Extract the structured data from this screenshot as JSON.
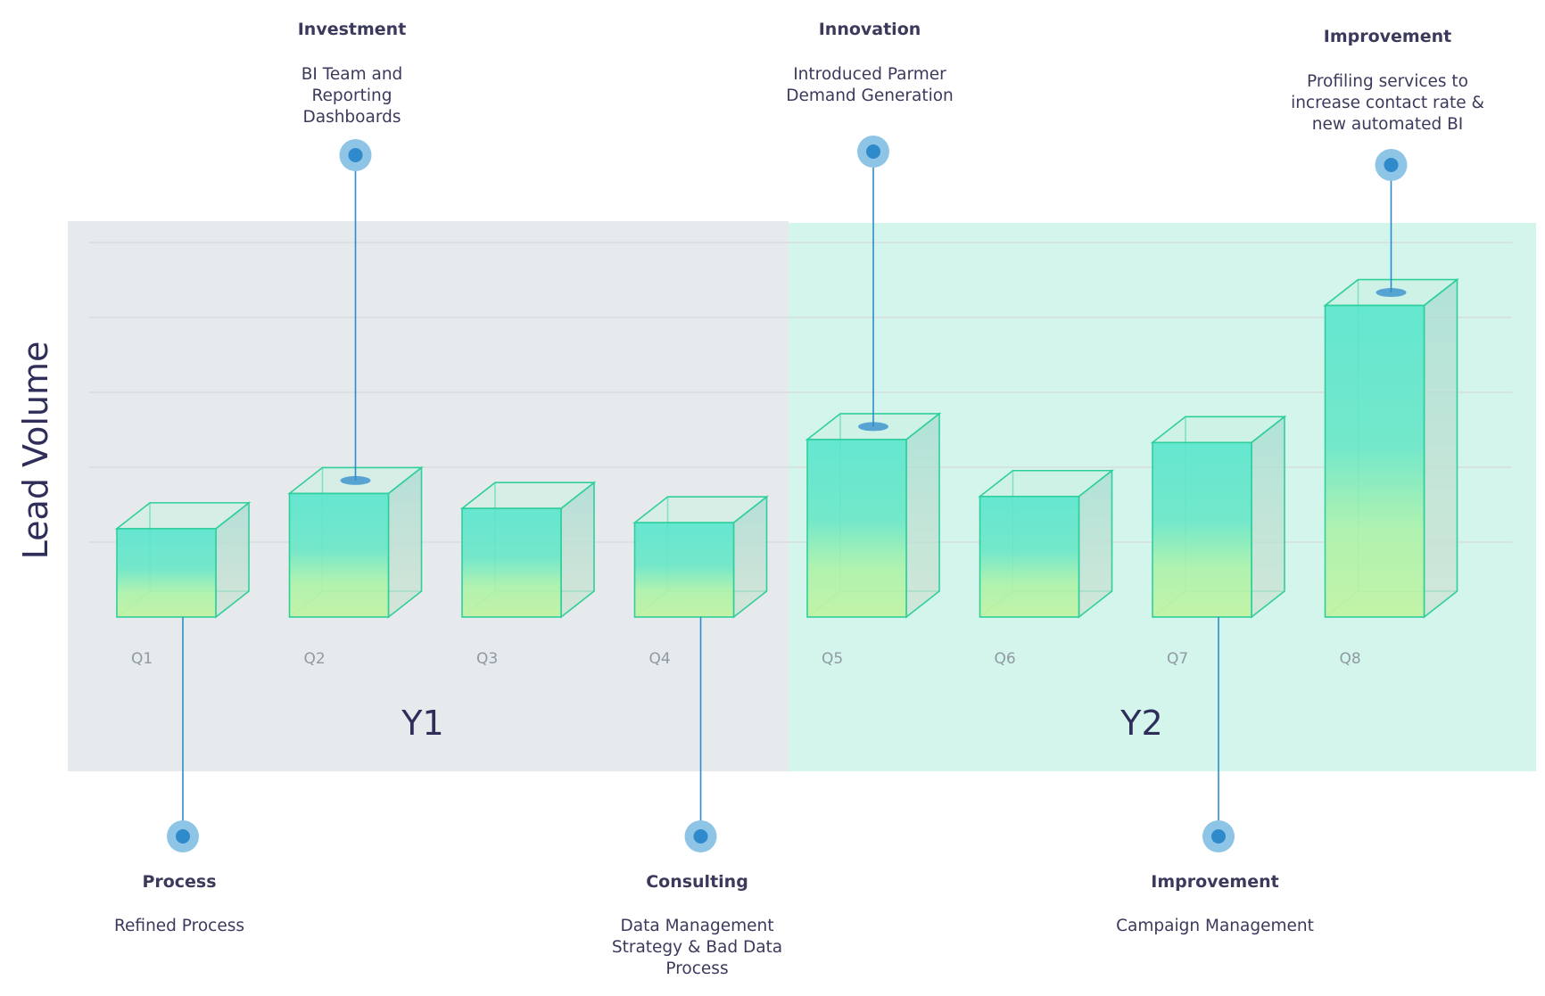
{
  "chart_data": {
    "type": "bar",
    "style": "3d-columns",
    "title": "",
    "xlabel": "",
    "ylabel": "Lead Volume",
    "categories": [
      "Q1",
      "Q2",
      "Q3",
      "Q4",
      "Q5",
      "Q6",
      "Q7",
      "Q8"
    ],
    "values": [
      1.18,
      1.65,
      1.45,
      1.26,
      2.37,
      1.61,
      2.33,
      4.16
    ],
    "ylim": [
      0,
      5
    ],
    "grid": true,
    "legend": "none",
    "groups": [
      {
        "label": "Y1",
        "categories": [
          "Q1",
          "Q2",
          "Q3",
          "Q4"
        ],
        "color": "#e6eaec"
      },
      {
        "label": "Y2",
        "categories": [
          "Q5",
          "Q6",
          "Q7",
          "Q8"
        ],
        "color": "#d4f5ec"
      }
    ],
    "annotations": [
      {
        "category": "Q1",
        "position": "below",
        "title": "Process",
        "text": [
          "Refined Process"
        ]
      },
      {
        "category": "Q2",
        "position": "above",
        "title": "Investment",
        "text": [
          "BI Team and",
          "Reporting",
          "Dashboards"
        ]
      },
      {
        "category": "Q4",
        "position": "below",
        "title": "Consulting",
        "text": [
          "Data Management",
          "Strategy & Bad Data",
          "Process"
        ]
      },
      {
        "category": "Q5",
        "position": "above",
        "title": "Innovation",
        "text": [
          "Introduced Parmer",
          "Demand Generation"
        ]
      },
      {
        "category": "Q7",
        "position": "below",
        "title": "Improvement",
        "text": [
          "Campaign Management"
        ]
      },
      {
        "category": "Q8",
        "position": "above",
        "title": "Improvement",
        "text": [
          "Profiling services to",
          "increase contact rate &",
          "new automated BI"
        ]
      }
    ],
    "colors": {
      "bar_top": "#5fe6cf",
      "bar_bottom": "#b9f2a6",
      "bar_edge": "#2fcf9c",
      "marker": "#2f8acb",
      "marker_halo": "#8ec4e6",
      "grid": "#d6dde0"
    }
  }
}
